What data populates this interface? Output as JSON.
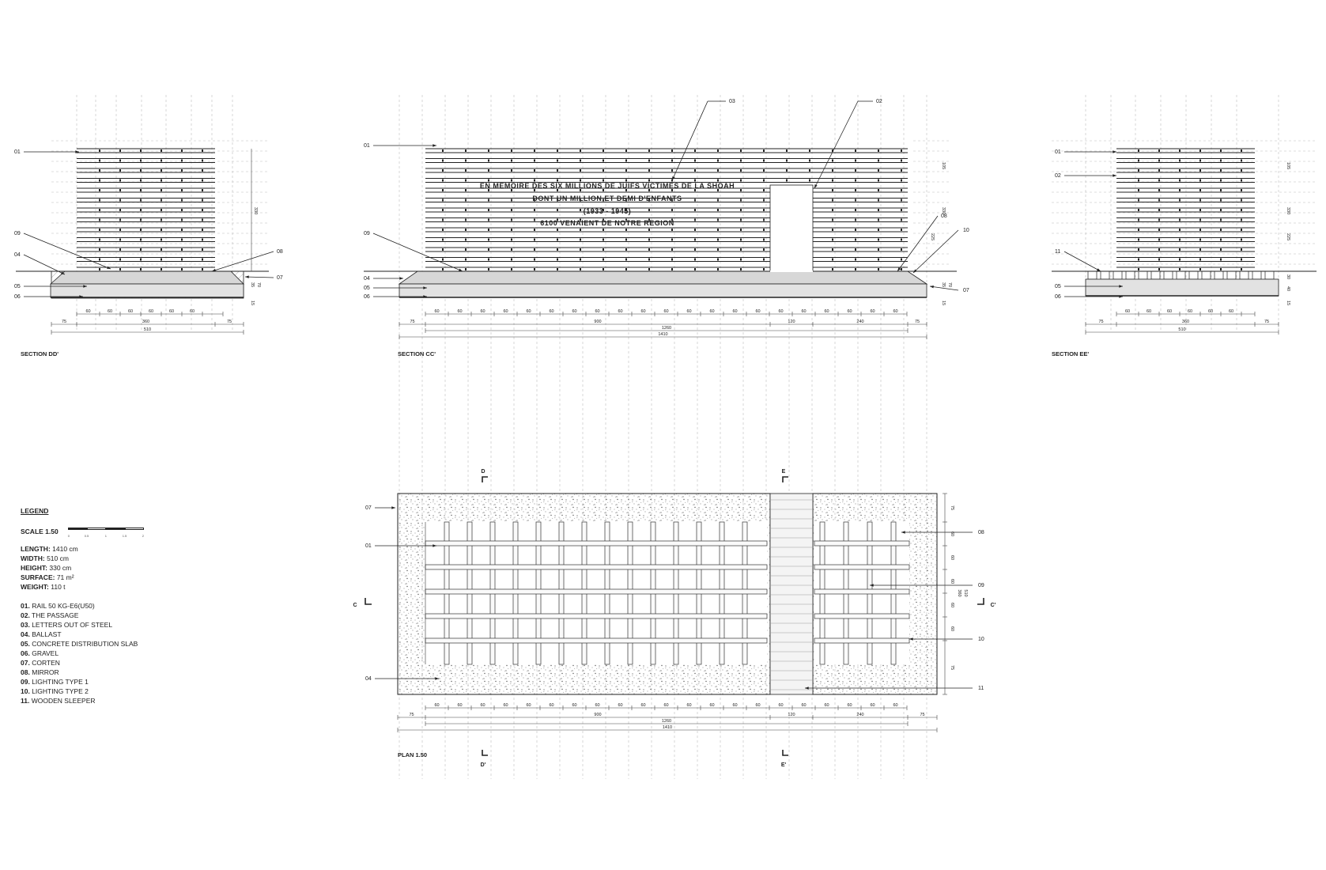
{
  "inscription": [
    "EN MEMOIRE DES SIX MILLIONS DE JUIFS VICTIMES DE LA SHOAH",
    "DONT UN MILLION ET DEMI D'ENFANTS",
    "(1933 - 1945)",
    "6100 VENAIENT DE NOTRE REGION"
  ],
  "sections": {
    "dd": {
      "label": "SECTION DD'",
      "callouts_left": [
        "01",
        "09",
        "04",
        "05",
        "06"
      ],
      "callouts_right": [
        "08",
        "07"
      ],
      "dims_top": [
        "60",
        "60",
        "60",
        "60",
        "60",
        "60"
      ],
      "dims_mid": [
        "75",
        "360",
        "75"
      ],
      "dims_total": "510",
      "height_dims": [
        "330",
        "35",
        "70",
        "15"
      ]
    },
    "cc": {
      "label": "SECTION CC'",
      "callouts_top": [
        "03",
        "02"
      ],
      "callouts_left": [
        "01",
        "09",
        "04",
        "05",
        "06"
      ],
      "callouts_right": [
        "08",
        "10",
        "07"
      ],
      "dims_top": [
        "60",
        "60",
        "60",
        "60",
        "60",
        "60",
        "60",
        "60",
        "60",
        "60",
        "60",
        "60",
        "60",
        "60",
        "60",
        "60",
        "60",
        "60",
        "60",
        "60",
        "60"
      ],
      "dims_mid": [
        "75",
        "900",
        "120",
        "240",
        "75"
      ],
      "dims_sub": "1260",
      "dims_total": "1410",
      "height_dims": [
        "105",
        "330",
        "225",
        "35",
        "70",
        "15"
      ]
    },
    "ee": {
      "label": "SECTION EE'",
      "callouts_left": [
        "01",
        "02",
        "11",
        "05",
        "06"
      ],
      "dims_top": [
        "60",
        "60",
        "60",
        "60",
        "60",
        "60"
      ],
      "dims_mid": [
        "75",
        "360",
        "75"
      ],
      "dims_total": "510",
      "height_dims": [
        "105",
        "330",
        "225",
        "30",
        "40",
        "15"
      ]
    }
  },
  "plan": {
    "label": "PLAN 1.50",
    "cut_markers": [
      "D",
      "E",
      "D'",
      "E'",
      "C",
      "C'"
    ],
    "callouts_left": [
      "07",
      "01",
      "04"
    ],
    "callouts_right": [
      "08",
      "09",
      "10",
      "11"
    ],
    "dims_bottom": [
      "60",
      "60",
      "60",
      "60",
      "60",
      "60",
      "60",
      "60",
      "60",
      "60",
      "60",
      "60",
      "60",
      "60",
      "60",
      "60",
      "60",
      "60",
      "60",
      "60",
      "60"
    ],
    "dims_mid": [
      "75",
      "900",
      "120",
      "240",
      "75"
    ],
    "dims_sub": "1260",
    "dims_total": "1410",
    "dims_right": [
      "75",
      "60",
      "60",
      "60",
      "60",
      "60",
      "75"
    ],
    "dims_right_total": [
      "360",
      "510"
    ]
  },
  "legend": {
    "title": "LEGEND",
    "scale_label": "SCALE 1.50",
    "scale_ticks": [
      "0",
      "0.5",
      "1",
      "1.5",
      "2"
    ],
    "properties": [
      {
        "key": "LENGTH:",
        "value": "1410 cm"
      },
      {
        "key": "WIDTH:",
        "value": "510 cm"
      },
      {
        "key": "HEIGHT:",
        "value": "330 cm"
      },
      {
        "key": "SURFACE:",
        "value": "71 m²"
      },
      {
        "key": "WEIGHT:",
        "value": "110 t"
      }
    ],
    "items": [
      {
        "num": "01.",
        "text": "RAIL 50 KG-E6(U50)"
      },
      {
        "num": "02.",
        "text": "THE PASSAGE"
      },
      {
        "num": "03.",
        "text": "LETTERS OUT OF STEEL"
      },
      {
        "num": "04.",
        "text": "BALLAST"
      },
      {
        "num": "05.",
        "text": "CONCRETE DISTRIBUTION SLAB"
      },
      {
        "num": "06.",
        "text": "GRAVEL"
      },
      {
        "num": "07.",
        "text": "CORTEN"
      },
      {
        "num": "08.",
        "text": "MIRROR"
      },
      {
        "num": "09.",
        "text": "LIGHTING TYPE 1"
      },
      {
        "num": "10.",
        "text": "LIGHTING TYPE 2"
      },
      {
        "num": "11.",
        "text": "WOODEN SLEEPER"
      }
    ]
  }
}
